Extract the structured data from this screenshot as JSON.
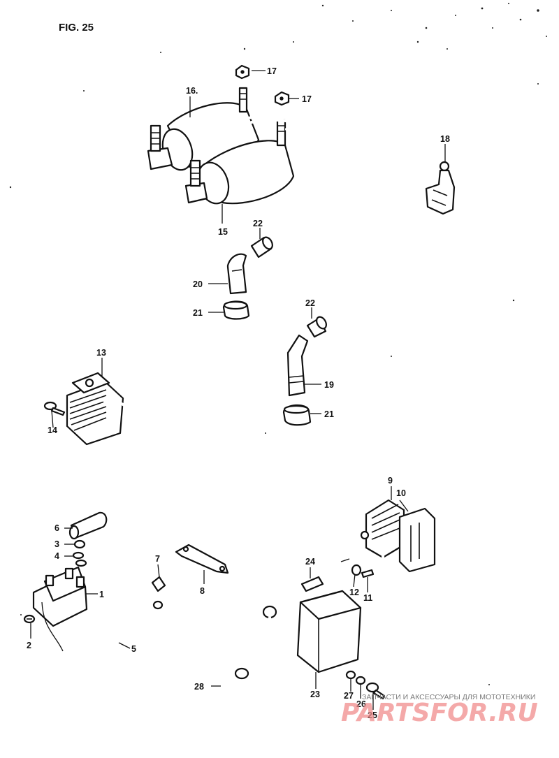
{
  "figure": {
    "label": "FIG. 25"
  },
  "callouts": [
    "1",
    "2",
    "3",
    "4",
    "5",
    "6",
    "7",
    "8",
    "9",
    "10",
    "11",
    "12",
    "13",
    "14",
    "15",
    "16.",
    "17",
    "17",
    "18",
    "19",
    "20",
    "21",
    "21",
    "22",
    "22",
    "23",
    "24",
    "25",
    "26",
    "27",
    "28"
  ],
  "watermark": {
    "line1": "ЗАПЧАСТИ И АКСЕССУАРЫ ДЛЯ МОТОТЕХНИКИ",
    "line2": "PARTSFOR.RU",
    "color": "#f08c8c"
  },
  "colors": {
    "ink": "#111111",
    "paper": "#ffffff"
  }
}
